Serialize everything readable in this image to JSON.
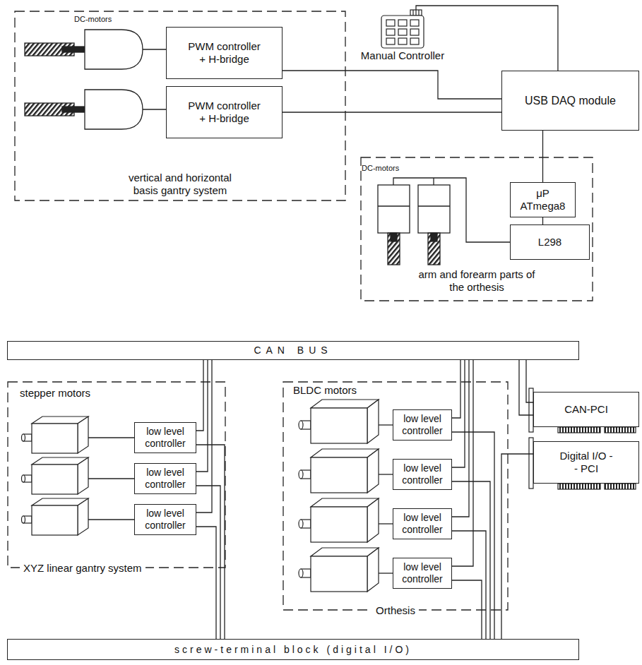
{
  "diagram": {
    "nodes": [
      {
        "text": [
          "vertical and horizontal basis gantry system"
        ]
      },
      {
        "text": [
          "PWM controller + H-bridge"
        ],
        "in": 0
      },
      {
        "text": [
          "PWM controller + H-bridge"
        ],
        "in": 0
      },
      {
        "text": [
          "Manual Controller"
        ]
      },
      {
        "text": [
          "USB DAQ module"
        ]
      },
      {
        "text": [
          "arm and forearm parts of the orthesis"
        ]
      },
      {
        "text": [
          "μP ATmega8"
        ],
        "in": 5
      },
      {
        "text": [
          "L298"
        ],
        "in": 5
      },
      {
        "text": [
          "CAN BUS"
        ]
      },
      {
        "text": [
          "stepper motors",
          "XYZ linear gantry system"
        ]
      },
      {
        "text": [
          "low level controller"
        ],
        "in": 9
      },
      {
        "text": [
          "low level controller"
        ],
        "in": 9
      },
      {
        "text": [
          "low level controller"
        ],
        "in": 9
      },
      {
        "text": [
          "BLDC motors",
          "Orthesis"
        ]
      },
      {
        "text": [
          "low level controller"
        ],
        "in": 13
      },
      {
        "text": [
          "low level controller"
        ],
        "in": 13
      },
      {
        "text": [
          "low level controller"
        ],
        "in": 13
      },
      {
        "text": [
          "low level controller"
        ],
        "in": 13
      },
      {
        "text": [
          "CAN-PCI"
        ]
      },
      {
        "text": [
          "Digital I/O - - PCI"
        ]
      },
      {
        "text": [
          "screw-terminal block (digital I/O)"
        ]
      }
    ],
    "edges": [
      {
        "from": 3,
        "to": 4,
        "arrow": "none"
      },
      {
        "from": 1,
        "to": 4,
        "arrow": "none"
      },
      {
        "from": 2,
        "to": 4,
        "arrow": "none"
      },
      {
        "from": 4,
        "to": 6,
        "arrow": "none"
      },
      {
        "from": 6,
        "to": 7,
        "arrow": "none"
      },
      {
        "from": 10,
        "to": 8,
        "arrow": "none"
      },
      {
        "from": 11,
        "to": 8,
        "arrow": "none"
      },
      {
        "from": 12,
        "to": 8,
        "arrow": "none"
      },
      {
        "from": 10,
        "to": 20,
        "arrow": "none"
      },
      {
        "from": 11,
        "to": 20,
        "arrow": "none"
      },
      {
        "from": 12,
        "to": 20,
        "arrow": "none"
      },
      {
        "from": 14,
        "to": 8,
        "arrow": "none"
      },
      {
        "from": 15,
        "to": 8,
        "arrow": "none"
      },
      {
        "from": 16,
        "to": 8,
        "arrow": "none"
      },
      {
        "from": 17,
        "to": 8,
        "arrow": "none"
      },
      {
        "from": 14,
        "to": 20,
        "arrow": "none"
      },
      {
        "from": 15,
        "to": 20,
        "arrow": "none"
      },
      {
        "from": 16,
        "to": 20,
        "arrow": "none"
      },
      {
        "from": 17,
        "to": 20,
        "arrow": "none"
      },
      {
        "from": 18,
        "to": 8,
        "arrow": "none"
      },
      {
        "from": 18,
        "to": 8,
        "arrow": "none"
      },
      {
        "from": 19,
        "to": 20,
        "arrow": "none"
      }
    ],
    "labels": [
      "DC-motors",
      "DC-motors"
    ]
  }
}
